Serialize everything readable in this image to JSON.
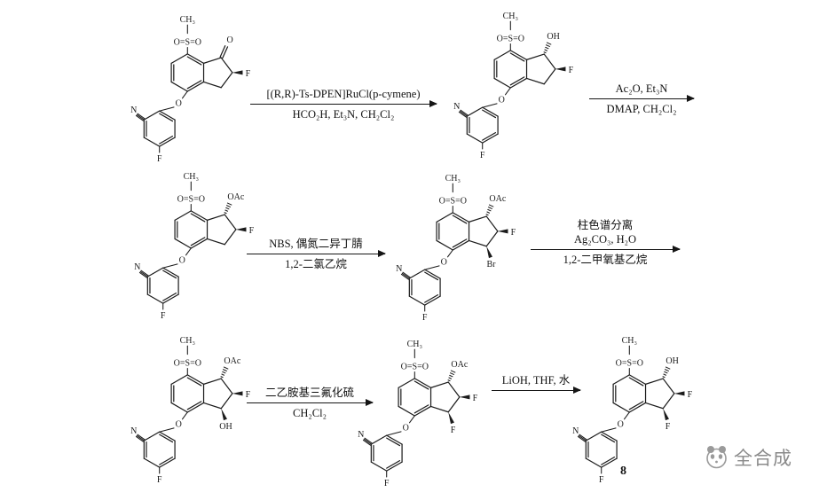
{
  "reaction_scheme": {
    "atom_labels": {
      "methyl": "CH₃",
      "sulfonyl": "O=S=O",
      "ether_o": "O",
      "nitrile_n": "N",
      "aryl_f": "F"
    },
    "structures": [
      {
        "name": "indanone-ketone",
        "c1": {
          "label": "O",
          "bond": "double"
        },
        "c2_label": "F",
        "c3_label": null
      },
      {
        "name": "indanol",
        "c1": {
          "label": "OH",
          "bond": "hash"
        },
        "c2_label": "F",
        "c3_label": null
      },
      {
        "name": "indanyl-acetate",
        "c1": {
          "label": "OAc",
          "bond": "hash"
        },
        "c2_label": "F",
        "c3_label": null
      },
      {
        "name": "bromo-acetate",
        "c1": {
          "label": "OAc",
          "bond": "hash"
        },
        "c2_label": "F",
        "c3_label": "Br"
      },
      {
        "name": "hydroxy-acetate",
        "c1": {
          "label": "OAc",
          "bond": "hash"
        },
        "c2_label": "F",
        "c3_label": "OH"
      },
      {
        "name": "difluoro-acetate",
        "c1": {
          "label": "OAc",
          "bond": "hash"
        },
        "c2_label": "F",
        "c3_label": "F"
      },
      {
        "name": "final-compound",
        "c1": {
          "label": "OH",
          "bond": "hash"
        },
        "c2_label": "F",
        "c3_label": "F"
      }
    ],
    "steps": [
      {
        "above": [
          "[(R,R)-Ts-DPEN]RuCl(p-cymene)"
        ],
        "below": [
          "HCO₂H, Et₃N, CH₂Cl₂"
        ]
      },
      {
        "above": [
          "Ac₂O, Et₃N"
        ],
        "below": [
          "DMAP, CH₂Cl₂"
        ]
      },
      {
        "above": [
          "NBS, 偶氮二异丁腈"
        ],
        "below": [
          "1,2-二氯乙烷"
        ]
      },
      {
        "above": [
          "柱色谱分离",
          "Ag₂CO₃, H₂O"
        ],
        "below": [
          "1,2-二甲氧基乙烷"
        ]
      },
      {
        "above": [
          "二乙胺基三氟化硫"
        ],
        "below": [
          "CH₂Cl₂"
        ]
      },
      {
        "above": [
          "LiOH, THF, 水"
        ],
        "below": []
      }
    ],
    "compound_number": "8"
  },
  "watermark": {
    "text": "全合成"
  }
}
